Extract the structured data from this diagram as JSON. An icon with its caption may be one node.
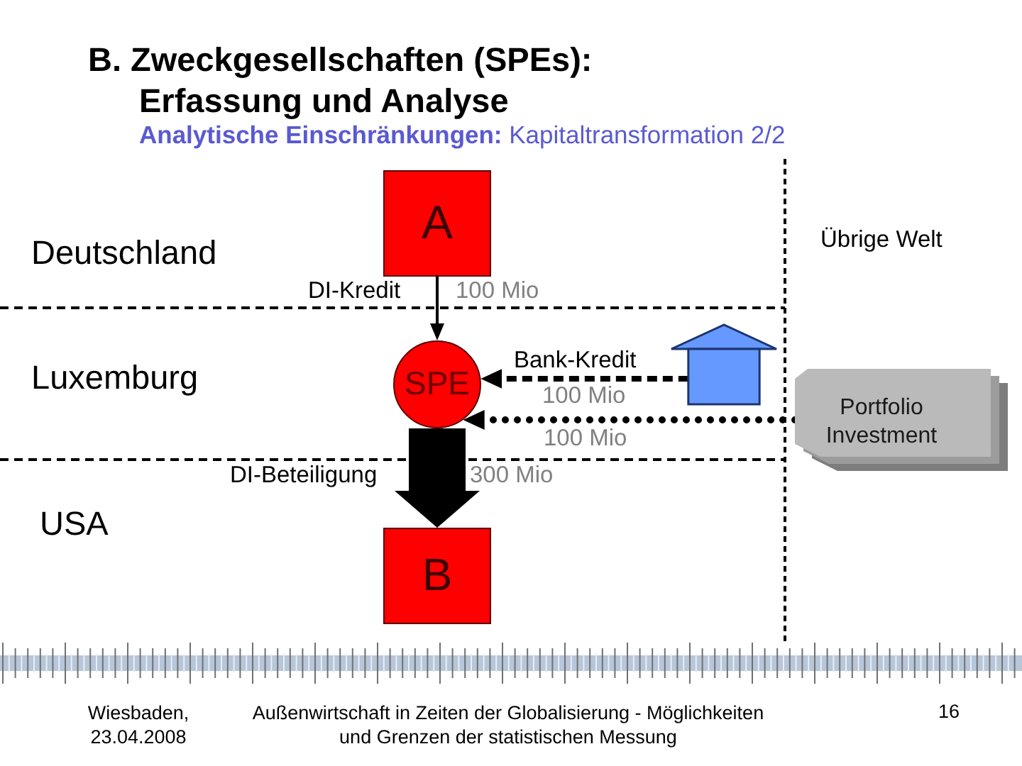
{
  "diagram": {
    "title": "B. Zweckgesellschaften (SPEs): Erfassung und Analyse",
    "nodes": [
      {
        "text": [
          "A"
        ]
      },
      {
        "text": [
          "SPE"
        ]
      },
      {
        "text": [],
        "shape": "house"
      },
      {
        "text": [
          "Portfolio Investment"
        ]
      },
      {
        "text": [
          "B"
        ]
      }
    ],
    "edges": [
      {
        "from": 0,
        "to": 1,
        "arrow": "to",
        "label": "DI-Kredit"
      },
      {
        "from": 2,
        "to": 1,
        "arrow": "to",
        "label": "Bank-Kredit",
        "style": "dashed"
      },
      {
        "from": 3,
        "to": 1,
        "arrow": "to",
        "label": "100 Mio",
        "style": "dashed"
      },
      {
        "from": 1,
        "to": 4,
        "arrow": "to",
        "label": "DI-Beteiligung",
        "style": "thick"
      }
    ],
    "labels": [
      "**Analytische Einschränkungen:** Kapitaltransformation 2/2",
      "Deutschland",
      "Übrige Welt",
      "100 Mio",
      "Luxemburg",
      "100 Mio",
      "300 Mio",
      "USA",
      "Wiesbaden, 23.04.2008",
      "Außenwirtschaft in Zeiten der Globalisierung - Möglichkeiten und Grenzen der statistischen Messung",
      "16"
    ]
  }
}
